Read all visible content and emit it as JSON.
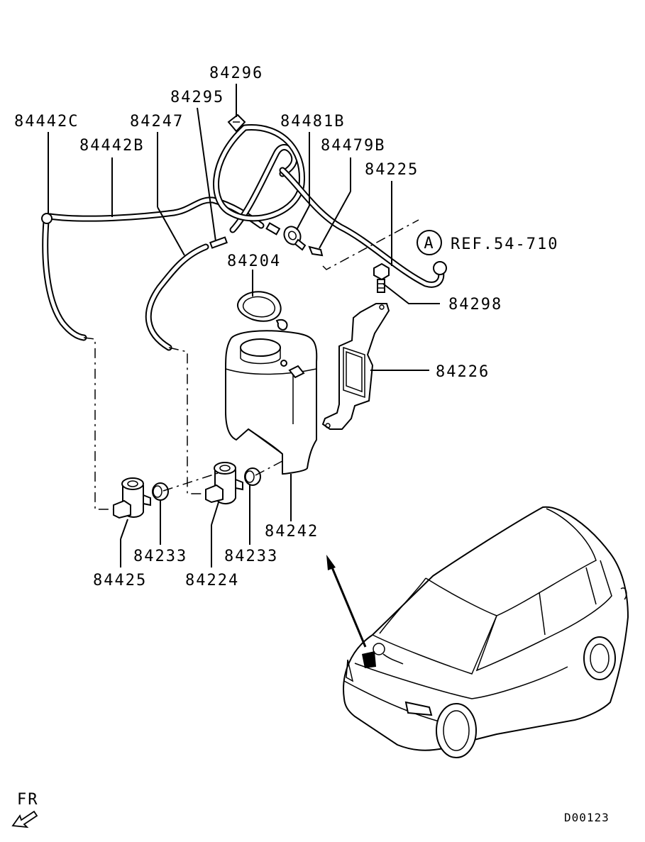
{
  "labels": {
    "p84296": "84296",
    "p84295": "84295",
    "p84442C": "84442C",
    "p84247": "84247",
    "p84481B": "84481B",
    "p84442B": "84442B",
    "p84479B": "84479B",
    "p84225": "84225",
    "ref_circle": "A",
    "ref_text": "REF.54-710",
    "p84204": "84204",
    "p84298": "84298",
    "p84226": "84226",
    "p84242": "84242",
    "p84233_left": "84233",
    "p84233_right": "84233",
    "p84425": "84425",
    "p84224": "84224"
  },
  "footer": {
    "direction": "FR",
    "diagram_code": "D00123"
  }
}
